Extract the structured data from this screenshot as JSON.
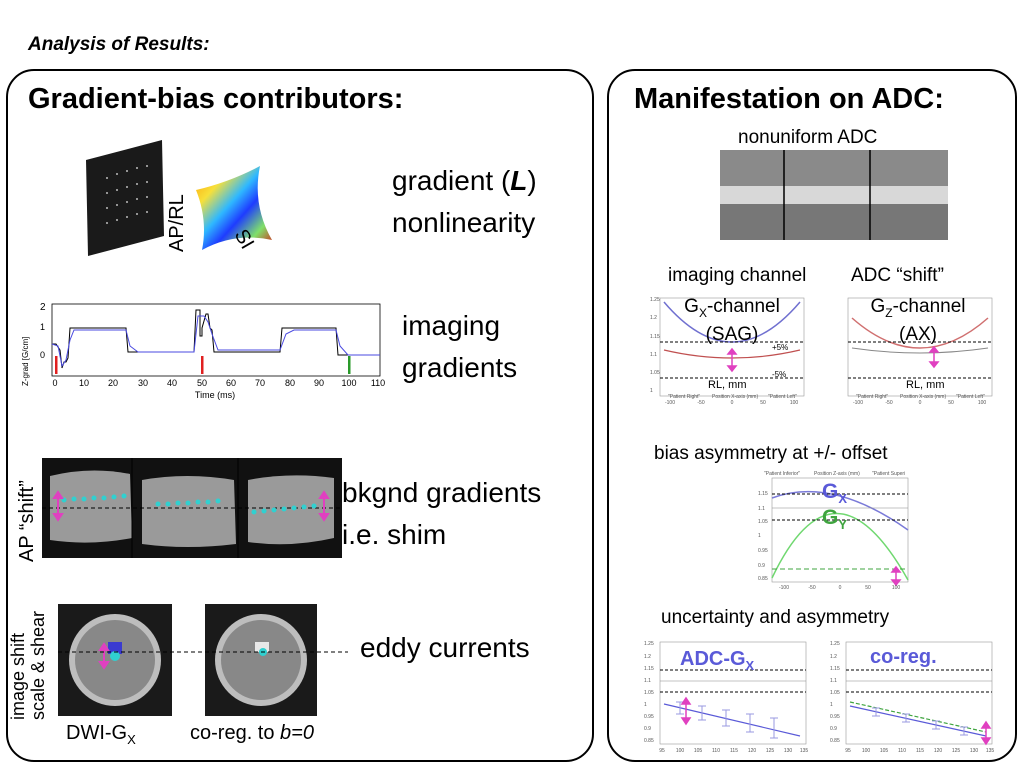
{
  "header": "Analysis of Results:",
  "left": {
    "title": "Gradient-bias contributors:",
    "gradient_label_1": "gradient (",
    "gradient_label_L": "L",
    "gradient_label_2": ")",
    "gradient_label_3": "nonlinearity",
    "map_axis_ap": "AP/RL",
    "map_axis_si": "SI",
    "imaging_label_1": "imaging",
    "imaging_label_2": "gradients",
    "plot_ylabel": "Z-grad [G/cm]",
    "plot_xlabel": "Time (ms)",
    "plot_yticks": [
      "2",
      "1",
      "0"
    ],
    "plot_xticks": [
      "0",
      "10",
      "20",
      "30",
      "40",
      "50",
      "60",
      "70",
      "80",
      "90",
      "100",
      "110"
    ],
    "bkgnd_label_1": "bkgnd gradients",
    "bkgnd_label_2": "i.e. shim",
    "ap_shift_label": "AP “shift”",
    "image_shift_label_1": "image shift",
    "image_shift_label_2": "scale & shear",
    "eddy_label": "eddy currents",
    "dwi_label": "DWI-G",
    "dwi_sub": "X",
    "coreg_label": "co-reg. to ",
    "coreg_italic": "b=0"
  },
  "right": {
    "title": "Manifestation on ADC:",
    "nonuniform_label": "nonuniform ADC",
    "imaging_channel_label": "imaging channel",
    "adc_shift_label": "ADC “shift”",
    "gx_channel": "G",
    "gx_sub": "X",
    "gx_suffix": "-channel",
    "sag_label": "(SAG)",
    "gz_channel": "G",
    "gz_sub": "Z",
    "gz_suffix": "-channel",
    "ax_label": "(AX)",
    "plus5": "+5%",
    "minus5": "-5%",
    "rl_mm": "RL, mm",
    "patient_right": "\"Patient Right\"",
    "position_x": "Position X-axis (mm)",
    "patient_left": "\"Patient Left\"",
    "patient_inferior": "\"Patient Inferior\"",
    "position_z": "Position Z-axis (mm)",
    "patient_superior": "\"Patient Superi",
    "bias_label": "bias asymmetry at +/- offset",
    "gx_big": "G",
    "gx_big_sub": "X",
    "gy_big": "G",
    "gy_big_sub": "Y",
    "uncertainty_label": "uncertainty and asymmetry",
    "adc_gx": "ADC-G",
    "adc_gx_sub": "X",
    "coreg_short": "co-reg.",
    "ticks_small_x1": [
      "-100",
      "-50",
      "0",
      "50",
      "100"
    ],
    "ticks_small_y1": [
      "1.25",
      "1.2",
      "1.15",
      "1.1",
      "1.05",
      "1"
    ],
    "ticks_bias_x": [
      "-100",
      "-50",
      "0",
      "50",
      "100"
    ],
    "ticks_bias_y": [
      "1.15",
      "1.1",
      "1.05",
      "1",
      "0.95",
      "0.9",
      "0.85"
    ],
    "ticks_unc_x": [
      "95",
      "100",
      "105",
      "110",
      "115",
      "120",
      "125",
      "130",
      "135"
    ],
    "ticks_unc_y": [
      "1.25",
      "1.2",
      "1.15",
      "1.1",
      "1.05",
      "1",
      "0.95",
      "0.9",
      "0.85"
    ]
  },
  "colors": {
    "magenta": "#e040c0",
    "cyan": "#30d0d0",
    "blue": "#5a5ad8",
    "green": "#3fa43f",
    "red": "#e02020"
  }
}
